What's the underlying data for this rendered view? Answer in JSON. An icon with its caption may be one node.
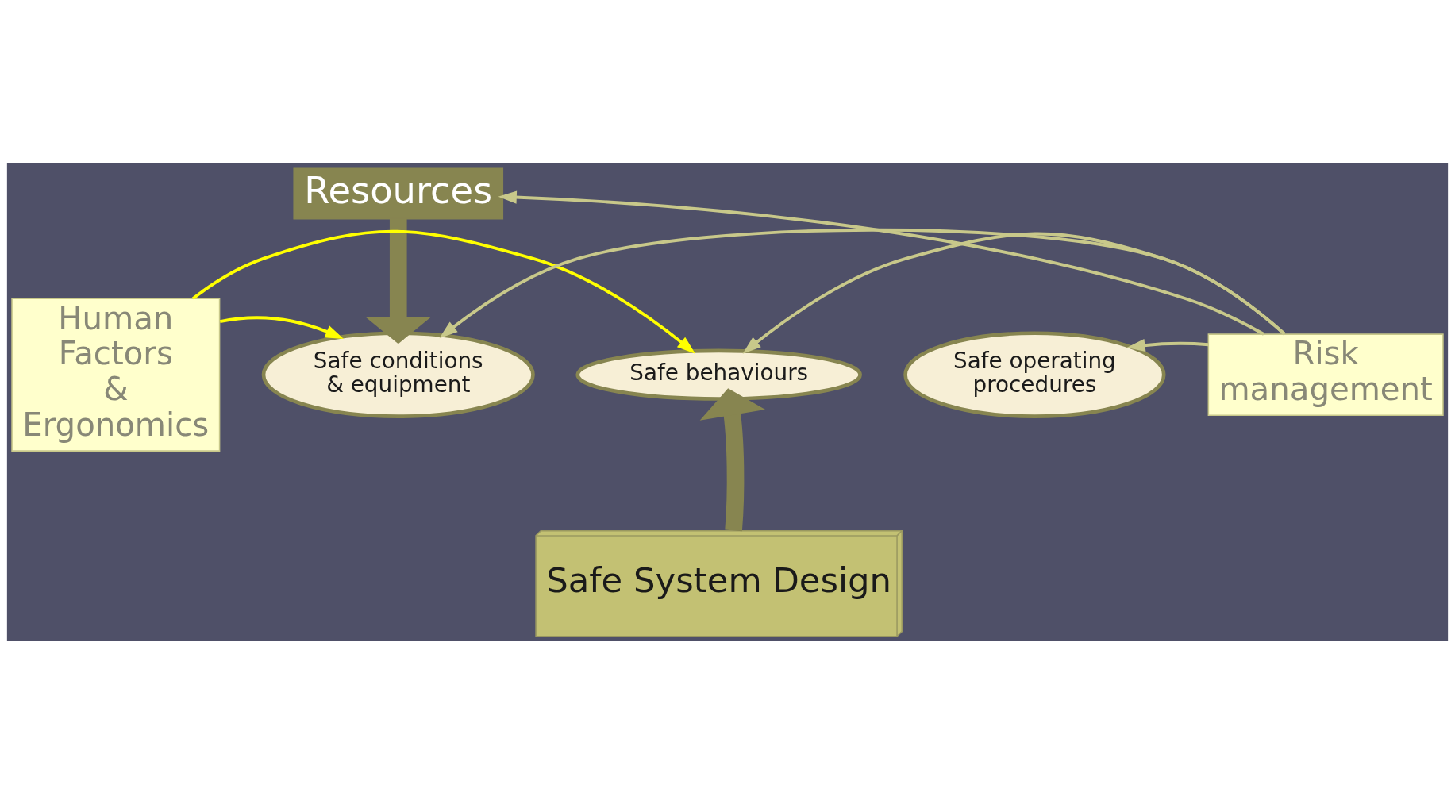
{
  "diagram": {
    "nodes": [
      {
        "text": [
          "Resources"
        ]
      },
      {
        "text": [
          "Safe conditions & equipment"
        ]
      },
      {
        "text": [
          "Safe operating procedures"
        ]
      },
      {
        "text": [
          "Safe behaviours"
        ]
      },
      {
        "text": [
          "Human Factors & Ergonomics"
        ]
      },
      {
        "text": [
          "Risk management"
        ]
      },
      {
        "text": [
          "Safe System Design"
        ]
      }
    ],
    "edges": [
      {
        "from": 0,
        "to": 1,
        "arrow": "to",
        "style": "thick",
        "color": "#878550"
      },
      {
        "from": 6,
        "to": 3,
        "arrow": "to",
        "style": "thick",
        "color": "#878550"
      },
      {
        "from": 4,
        "to": 1,
        "arrow": "to",
        "color": "#ffff00"
      },
      {
        "from": 4,
        "to": 3,
        "arrow": "to",
        "color": "#ffff00"
      },
      {
        "from": 5,
        "to": 0,
        "arrow": "to"
      },
      {
        "from": 5,
        "to": 1,
        "arrow": "to"
      },
      {
        "from": 5,
        "to": 2,
        "arrow": "to"
      },
      {
        "from": 5,
        "to": 3,
        "arrow": "to"
      }
    ]
  }
}
